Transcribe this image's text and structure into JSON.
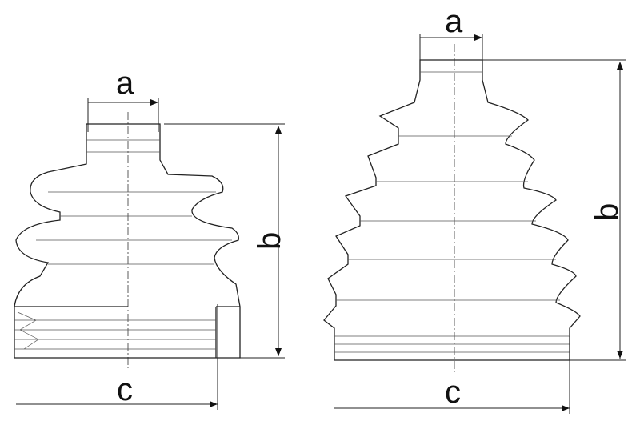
{
  "left_boot": {
    "dim_a": "a",
    "dim_b": "b",
    "dim_c": "c"
  },
  "right_boot": {
    "dim_a": "a",
    "dim_b": "b",
    "dim_c": "c"
  }
}
